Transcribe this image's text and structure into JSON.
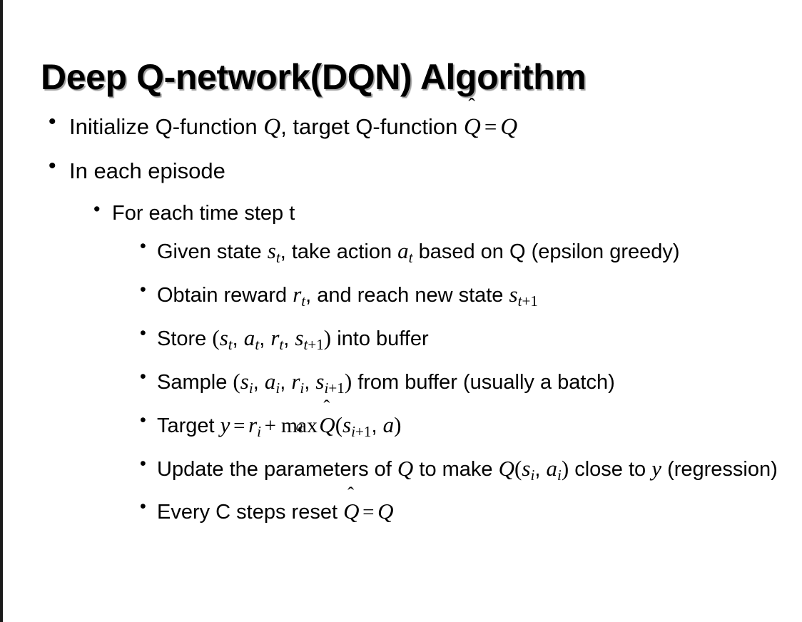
{
  "slide": {
    "title": "Deep Q-network(DQN) Algorithm",
    "bullet_glyph": "•",
    "background_color": "#ffffff",
    "text_color": "#000000",
    "left_rule_color": "#1a1a1a"
  },
  "content": {
    "items": [
      {
        "level": 1,
        "id": "initialize",
        "plain_text": "Initialize Q-function Q, target Q-function Q̂ = Q",
        "parts": [
          {
            "t": "text",
            "v": "Initialize Q-function "
          },
          {
            "t": "mi",
            "v": "Q"
          },
          {
            "t": "text",
            "v": ", target Q-function "
          },
          {
            "t": "hat",
            "v": "Q"
          },
          {
            "t": "mo",
            "v": "="
          },
          {
            "t": "mi",
            "v": "Q"
          }
        ]
      },
      {
        "level": 1,
        "id": "in-each-episode",
        "plain_text": "In each episode",
        "parts": [
          {
            "t": "text",
            "v": "In each episode"
          }
        ]
      },
      {
        "level": 2,
        "id": "for-each-time-step",
        "plain_text": "For each time step t",
        "parts": [
          {
            "t": "text",
            "v": "For each time step t"
          }
        ]
      },
      {
        "level": 3,
        "id": "given-state",
        "plain_text": "Given state s_t, take action a_t based on Q (epsilon greedy)",
        "parts": [
          {
            "t": "text",
            "v": "Given state "
          },
          {
            "t": "mi",
            "v": "s",
            "sub": "t"
          },
          {
            "t": "text",
            "v": ", take action "
          },
          {
            "t": "mi",
            "v": "a",
            "sub": "t"
          },
          {
            "t": "text",
            "v": " based on Q (epsilon greedy)"
          }
        ]
      },
      {
        "level": 3,
        "id": "obtain-reward",
        "plain_text": "Obtain reward r_t, and reach new state s_t+1",
        "parts": [
          {
            "t": "text",
            "v": "Obtain reward "
          },
          {
            "t": "mi",
            "v": "r",
            "sub": "t"
          },
          {
            "t": "text",
            "v": ", and reach new state "
          },
          {
            "t": "mi",
            "v": "s",
            "sub": "t+1"
          }
        ]
      },
      {
        "level": 3,
        "id": "store-buffer",
        "plain_text": "Store (s_t, a_t, r_t, s_t+1) into buffer",
        "parts": [
          {
            "t": "text",
            "v": "Store "
          },
          {
            "t": "paren",
            "v": "("
          },
          {
            "t": "mi",
            "v": "s",
            "sub": "t"
          },
          {
            "t": "text",
            "v": ", "
          },
          {
            "t": "mi",
            "v": "a",
            "sub": "t"
          },
          {
            "t": "text",
            "v": ", "
          },
          {
            "t": "mi",
            "v": "r",
            "sub": "t"
          },
          {
            "t": "text",
            "v": ", "
          },
          {
            "t": "mi",
            "v": "s",
            "sub": "t+1"
          },
          {
            "t": "paren",
            "v": ")"
          },
          {
            "t": "text",
            "v": " into buffer"
          }
        ]
      },
      {
        "level": 3,
        "id": "sample-buffer",
        "plain_text": "Sample (s_i, a_i, r_i, s_i+1) from buffer (usually a batch)",
        "parts": [
          {
            "t": "text",
            "v": "Sample "
          },
          {
            "t": "paren",
            "v": "("
          },
          {
            "t": "mi",
            "v": "s",
            "sub": "i"
          },
          {
            "t": "text",
            "v": ", "
          },
          {
            "t": "mi",
            "v": "a",
            "sub": "i"
          },
          {
            "t": "text",
            "v": ", "
          },
          {
            "t": "mi",
            "v": "r",
            "sub": "i"
          },
          {
            "t": "text",
            "v": ", "
          },
          {
            "t": "mi",
            "v": "s",
            "sub": "i+1"
          },
          {
            "t": "paren",
            "v": ")"
          },
          {
            "t": "text",
            "v": " from buffer (usually a batch)"
          }
        ]
      },
      {
        "level": 3,
        "id": "target-y",
        "plain_text": "Target y = r_i + max_a Q̂(s_i+1, a)",
        "parts": [
          {
            "t": "text",
            "v": "Target "
          },
          {
            "t": "mi",
            "v": "y"
          },
          {
            "t": "mo",
            "v": "="
          },
          {
            "t": "mi",
            "v": "r",
            "sub": "i"
          },
          {
            "t": "mo",
            "v": "+"
          },
          {
            "t": "op",
            "v": "max",
            "lim": "a"
          },
          {
            "t": "hat",
            "v": "Q"
          },
          {
            "t": "paren",
            "v": "("
          },
          {
            "t": "mi",
            "v": "s",
            "sub": "i+1"
          },
          {
            "t": "text",
            "v": ", "
          },
          {
            "t": "mi",
            "v": "a"
          },
          {
            "t": "paren",
            "v": ")"
          }
        ]
      },
      {
        "level": 3,
        "id": "update-parameters",
        "plain_text": "Update the parameters of Q to make Q(s_i, a_i) close to y (regression)",
        "parts": [
          {
            "t": "text",
            "v": "Update the parameters of "
          },
          {
            "t": "mi",
            "v": "Q"
          },
          {
            "t": "text",
            "v": " to make "
          },
          {
            "t": "mi",
            "v": "Q"
          },
          {
            "t": "paren",
            "v": "("
          },
          {
            "t": "mi",
            "v": "s",
            "sub": "i"
          },
          {
            "t": "text",
            "v": ", "
          },
          {
            "t": "mi",
            "v": "a",
            "sub": "i"
          },
          {
            "t": "paren",
            "v": ")"
          },
          {
            "t": "text",
            "v": " close to "
          },
          {
            "t": "mi",
            "v": "y"
          },
          {
            "t": "text",
            "v": " (regression)"
          }
        ]
      },
      {
        "level": 3,
        "id": "reset-target",
        "plain_text": "Every C steps reset Q̂ = Q",
        "parts": [
          {
            "t": "text",
            "v": "Every C steps reset "
          },
          {
            "t": "hat",
            "v": "Q"
          },
          {
            "t": "mo",
            "v": "="
          },
          {
            "t": "mi",
            "v": "Q"
          }
        ]
      }
    ]
  }
}
